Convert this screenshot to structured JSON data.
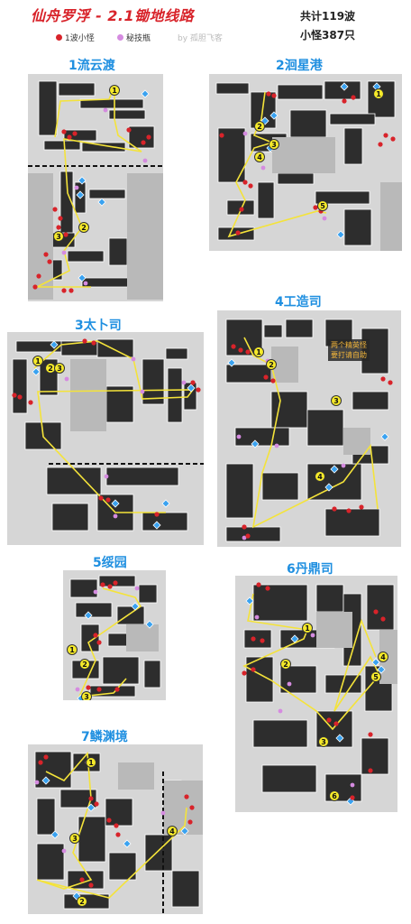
{
  "header": {
    "title": "仙舟罗浮 - 2.1锄地线路",
    "total_waves": "共计119波",
    "total_mobs": "小怪387只",
    "legend_wave": "1波小怪",
    "legend_skill": "秘技瓶",
    "author": "by 孤胆飞客"
  },
  "colors": {
    "wave": "#d8232a",
    "skill": "#d58be0",
    "route": "#f4e33a",
    "accent": "#1f8fe0"
  },
  "maps": [
    {
      "title": "1流云渡",
      "route_labels": [
        "1",
        "2",
        "3"
      ]
    },
    {
      "title": "2洄星港",
      "route_labels": [
        "1",
        "2",
        "3",
        "4",
        "5"
      ]
    },
    {
      "title": "3太卜司",
      "route_labels": [
        "1",
        "2",
        "3"
      ]
    },
    {
      "title": "4工造司",
      "route_labels": [
        "1",
        "2",
        "3",
        "4"
      ],
      "note_line1": "两个精英怪",
      "note_line2": "要打请自助"
    },
    {
      "title": "5绥园",
      "route_labels": [
        "1",
        "2",
        "3"
      ]
    },
    {
      "title": "6丹鼎司",
      "route_labels": [
        "1",
        "2",
        "3",
        "4",
        "5",
        "6"
      ]
    },
    {
      "title": "7鳞渊境",
      "route_labels": [
        "1",
        "2",
        "3",
        "4"
      ]
    }
  ]
}
